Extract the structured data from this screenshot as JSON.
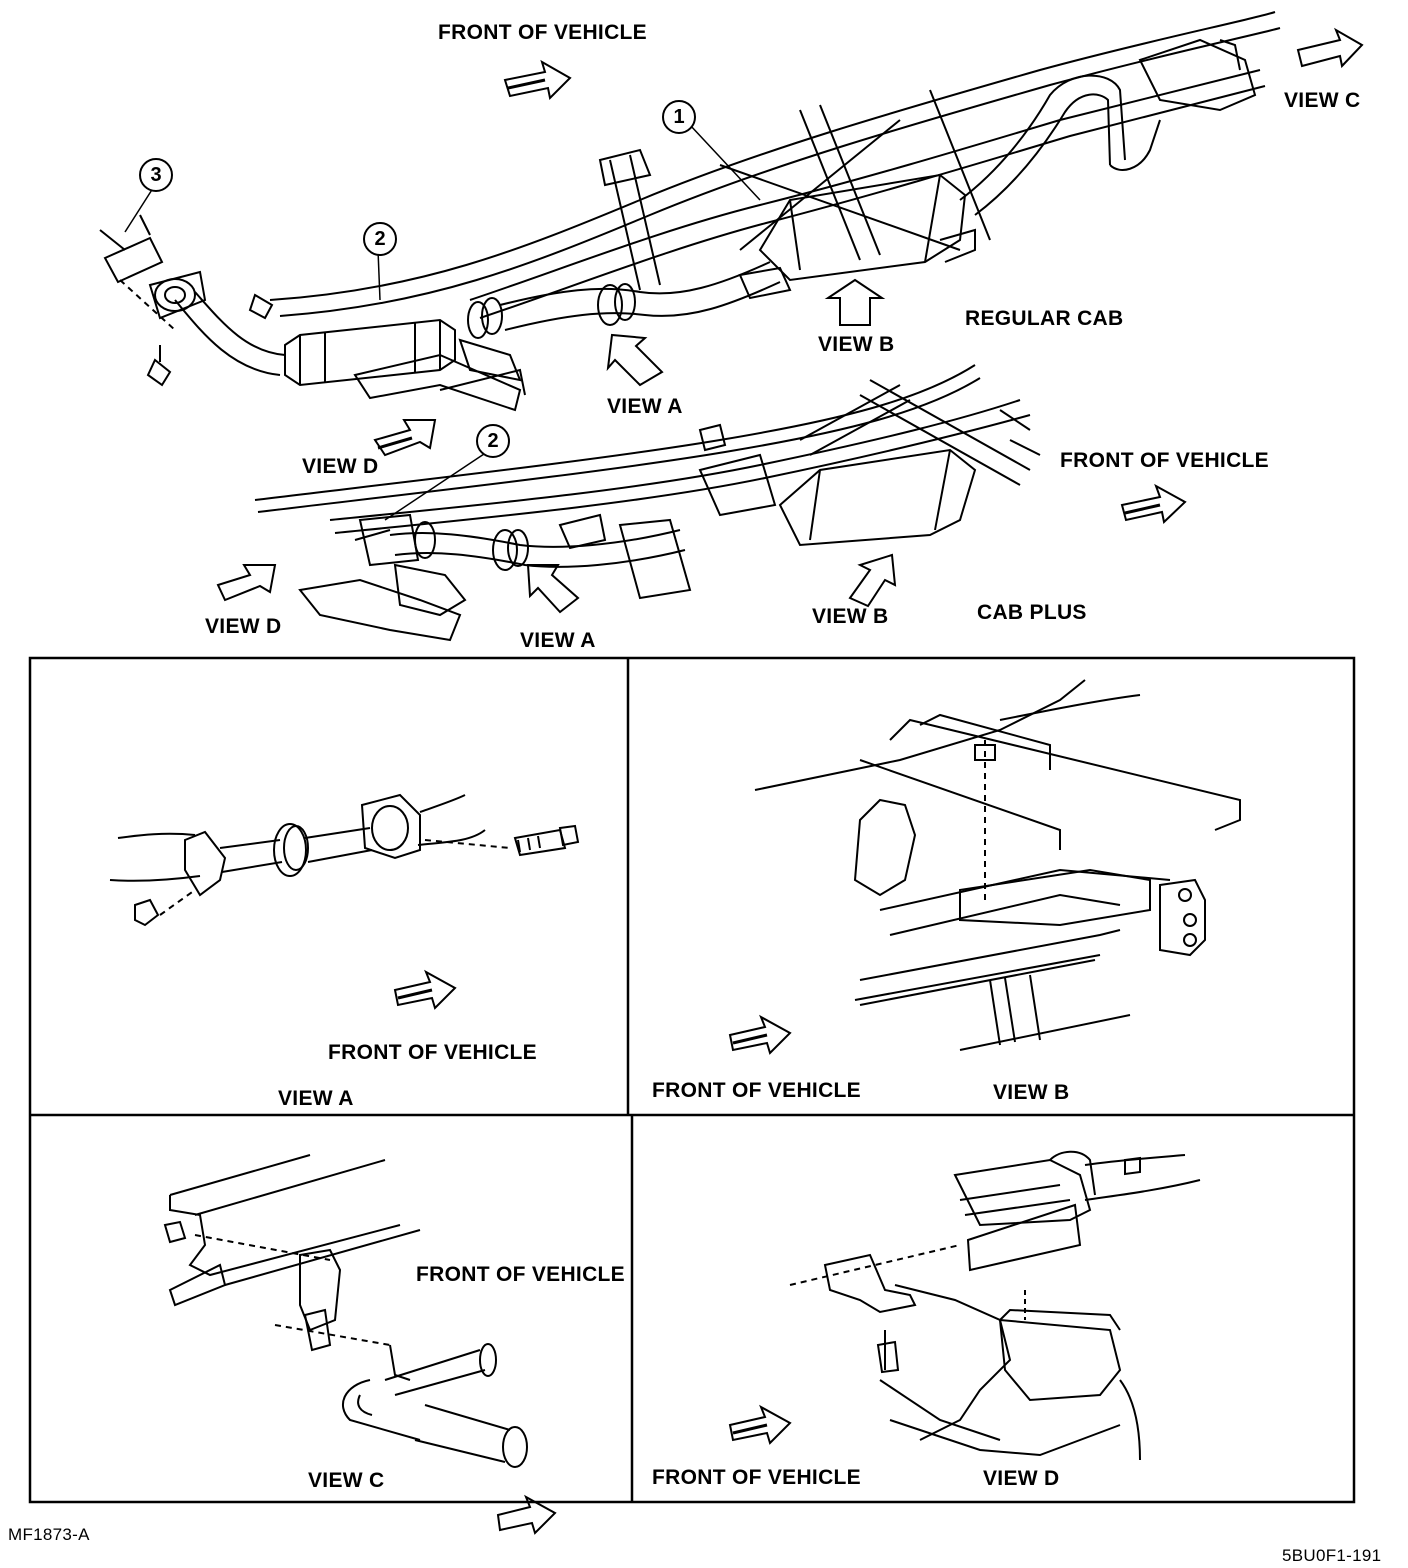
{
  "top": {
    "front_of_vehicle_1": "FRONT OF VEHICLE",
    "view_c": "VIEW C",
    "regular_cab": "REGULAR CAB",
    "view_b_1": "VIEW B",
    "view_a_1": "VIEW A",
    "view_d_1": "VIEW D",
    "front_of_vehicle_2": "FRONT OF VEHICLE",
    "view_d_2": "VIEW D",
    "view_a_2": "VIEW A",
    "view_b_2": "VIEW B",
    "cab_plus": "CAB PLUS",
    "callouts": [
      "1",
      "2",
      "3",
      "2"
    ]
  },
  "panels": {
    "a": {
      "front": "FRONT OF VEHICLE",
      "title": "VIEW A"
    },
    "b": {
      "front": "FRONT OF VEHICLE",
      "title": "VIEW B"
    },
    "c": {
      "front": "FRONT OF VEHICLE",
      "title": "VIEW C"
    },
    "d": {
      "front": "FRONT OF VEHICLE",
      "title": "VIEW D"
    }
  },
  "footer": {
    "left_code": "MF1873-A",
    "right_code": "5BU0F1-191"
  }
}
